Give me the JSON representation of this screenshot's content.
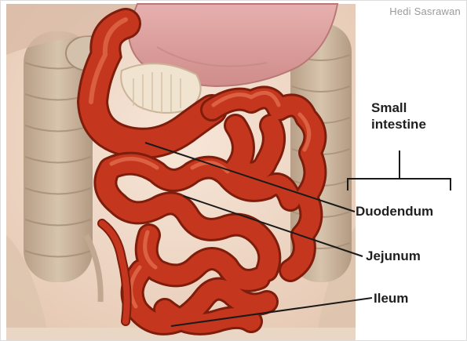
{
  "credit": "Hedi Sasrawan",
  "labels": {
    "small_intestine": "Small intestine",
    "duodenum": "Duodendum",
    "jejunum": "Jejunum",
    "ileum": "Ileum"
  },
  "colors": {
    "background": "#ffffff",
    "skin": "#efd9c9",
    "colon": "#c9b49c",
    "stomach": "#e0a3a0",
    "intestine": "#c4371e",
    "intestine_dark": "#7e1d0b",
    "intestine_light": "#e4704f",
    "label_text": "#1f1f1f",
    "leader_line": "#1a1a1a"
  }
}
